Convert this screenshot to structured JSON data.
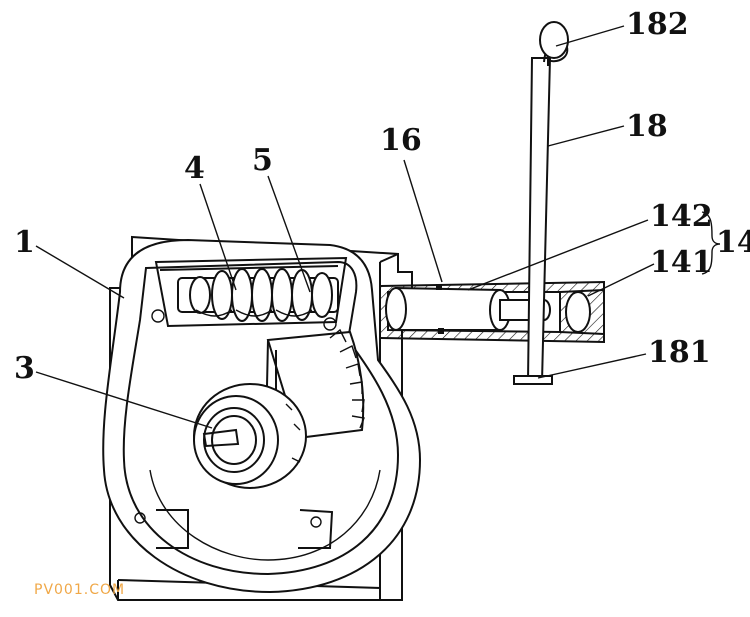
{
  "labels": {
    "l182": "182",
    "l18": "18",
    "l16": "16",
    "l142": "142",
    "l14": "14",
    "l141": "141",
    "l1": "1",
    "l4": "4",
    "l5": "5",
    "l3": "3",
    "l181": "181"
  },
  "watermark": "PV001.COM"
}
